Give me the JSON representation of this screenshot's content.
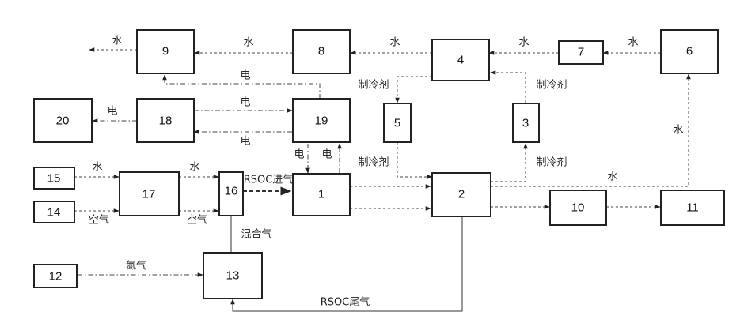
{
  "nodes": [
    {
      "id": "n1",
      "label": "1"
    },
    {
      "id": "n2",
      "label": "2"
    },
    {
      "id": "n3",
      "label": "3"
    },
    {
      "id": "n4",
      "label": "4"
    },
    {
      "id": "n5",
      "label": "5"
    },
    {
      "id": "n6",
      "label": "6"
    },
    {
      "id": "n7",
      "label": "7"
    },
    {
      "id": "n8",
      "label": "8"
    },
    {
      "id": "n9",
      "label": "9"
    },
    {
      "id": "n10",
      "label": "10"
    },
    {
      "id": "n11",
      "label": "11"
    },
    {
      "id": "n12",
      "label": "12"
    },
    {
      "id": "n13",
      "label": "13"
    },
    {
      "id": "n14",
      "label": "14"
    },
    {
      "id": "n15",
      "label": "15"
    },
    {
      "id": "n16",
      "label": "16"
    },
    {
      "id": "n17",
      "label": "17"
    },
    {
      "id": "n18",
      "label": "18"
    },
    {
      "id": "n19",
      "label": "19"
    },
    {
      "id": "n20",
      "label": "20"
    }
  ],
  "edge_labels": {
    "water": "水",
    "electricity": "电",
    "refrigerant": "制冷剂",
    "air": "空气",
    "nitrogen": "氮气",
    "mixed_gas": "混合气",
    "rsoc_inlet": "RSOC进气",
    "rsoc_tail": "RSOC尾气"
  }
}
